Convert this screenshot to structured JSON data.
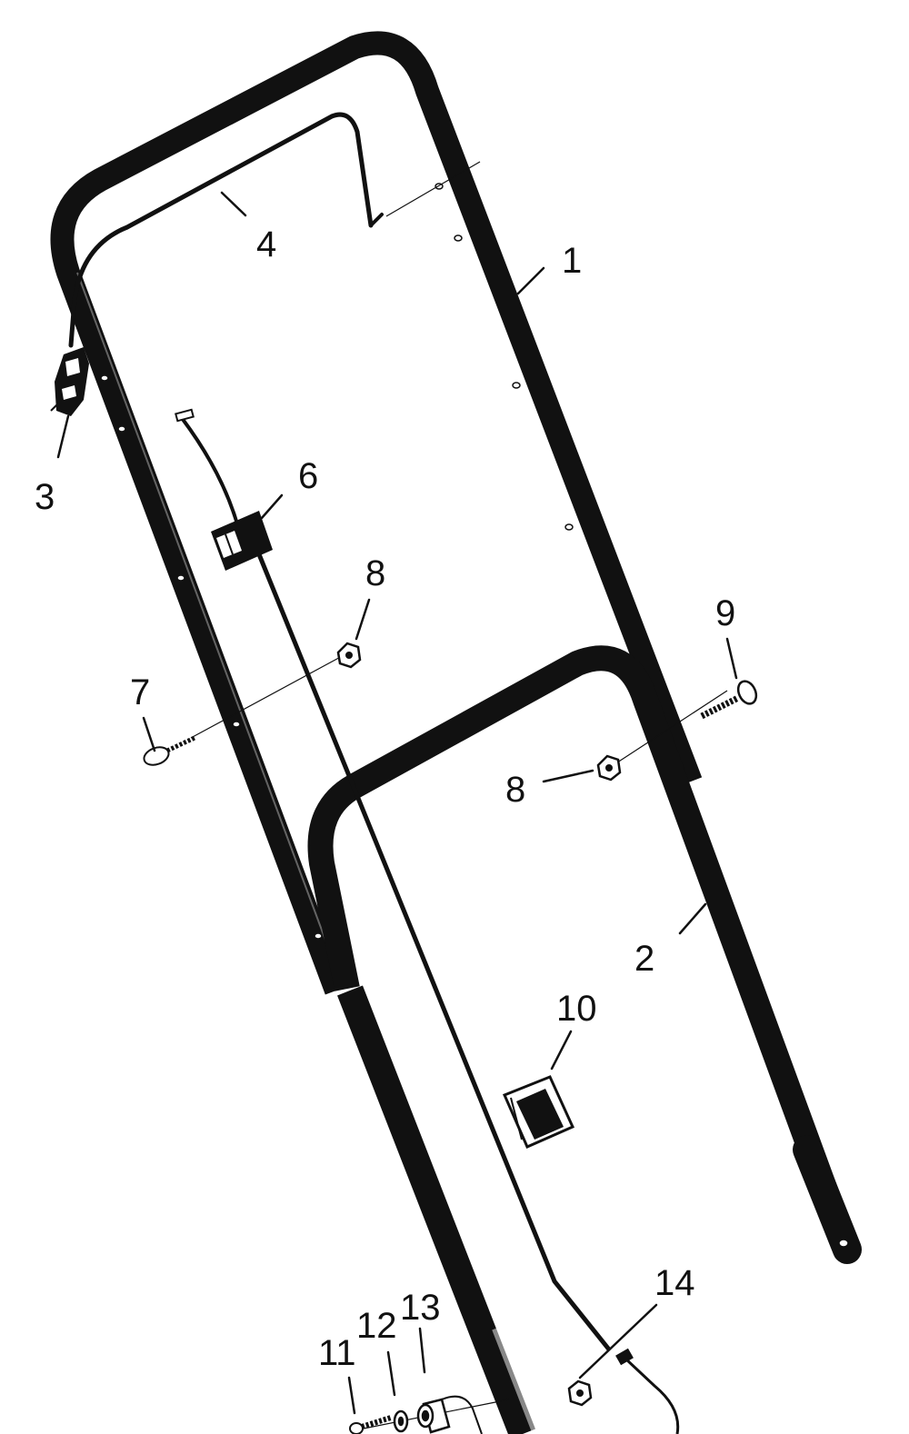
{
  "diagram": {
    "ink_color": "#111111",
    "background": "#ffffff",
    "callouts": [
      "1",
      "2",
      "3",
      "4",
      "6",
      "7",
      "8",
      "8",
      "9",
      "10",
      "11",
      "12",
      "13",
      "14"
    ]
  }
}
